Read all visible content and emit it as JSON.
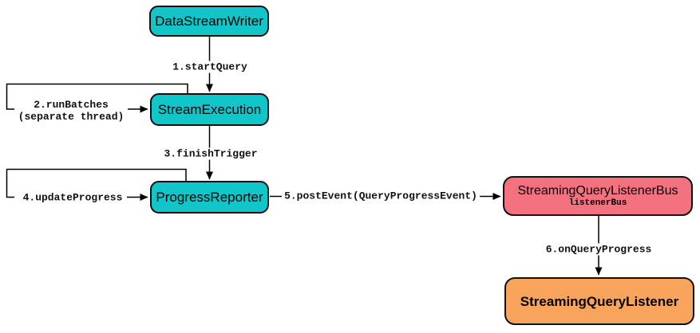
{
  "diagram": {
    "nodes": {
      "data_stream_writer": {
        "label": "DataStreamWriter",
        "fill": "#10C6C8"
      },
      "stream_execution": {
        "label": "StreamExecution",
        "fill": "#10C6C8"
      },
      "progress_reporter": {
        "label": "ProgressReporter",
        "fill": "#10C6C8"
      },
      "streaming_query_listener_bus": {
        "label": "StreamingQueryListenerBus",
        "sublabel": "listenerBus",
        "fill": "#F4717F"
      },
      "streaming_query_listener": {
        "label": "StreamingQueryListener",
        "fill": "#F9A45C"
      }
    },
    "edges": {
      "start_query": {
        "label": "1.startQuery"
      },
      "run_batches": {
        "label": "2.runBatches",
        "note": "(separate thread)"
      },
      "finish_trigger": {
        "label": "3.finishTrigger"
      },
      "update_progress": {
        "label": "4.updateProgress"
      },
      "post_event": {
        "label": "5.postEvent(QueryProgressEvent)"
      },
      "on_query_progress": {
        "label": "6.onQueryProgress"
      }
    },
    "colors": {
      "node_teal": "#10C6C8",
      "node_pink": "#F4717F",
      "node_orange": "#F9A45C",
      "line": "#000000",
      "background": "#FFFFFF"
    }
  }
}
